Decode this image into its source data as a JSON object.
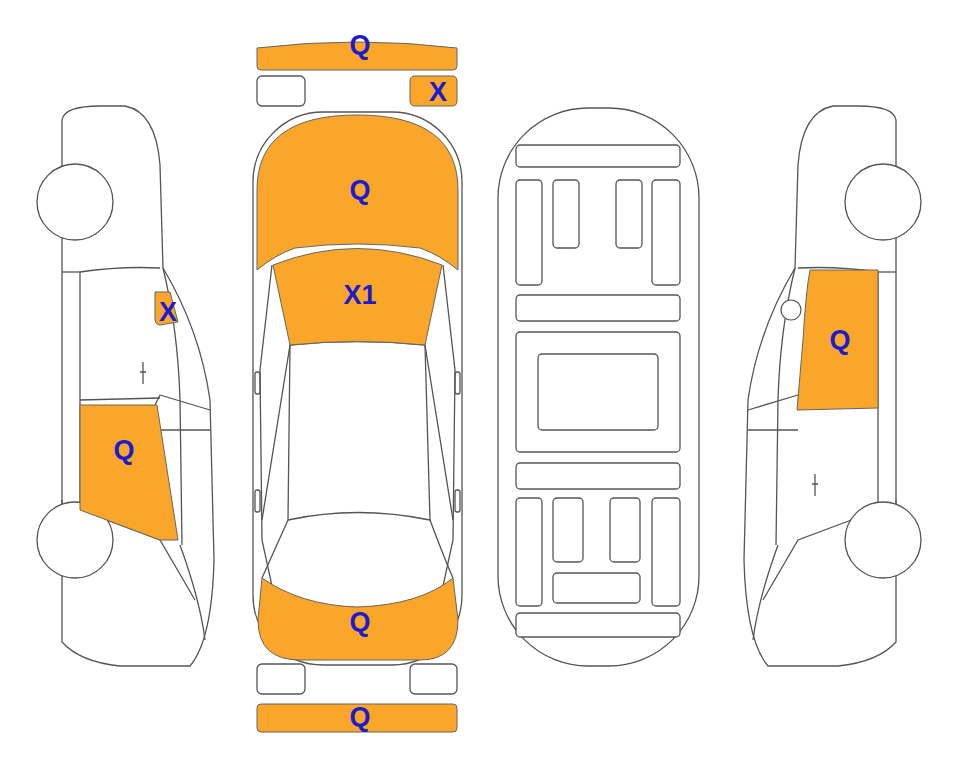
{
  "diagram": {
    "nodes": [
      {
        "text": [
          "Q"
        ]
      },
      {
        "text": [
          "X"
        ]
      },
      {
        "text": [
          "Q"
        ]
      },
      {
        "text": [
          "X1"
        ]
      },
      {
        "text": [
          "X"
        ]
      },
      {
        "text": [
          "Q"
        ]
      },
      {
        "text": [
          "Q"
        ]
      },
      {
        "text": [
          "Q"
        ]
      },
      {
        "text": [
          "Q"
        ]
      }
    ]
  }
}
